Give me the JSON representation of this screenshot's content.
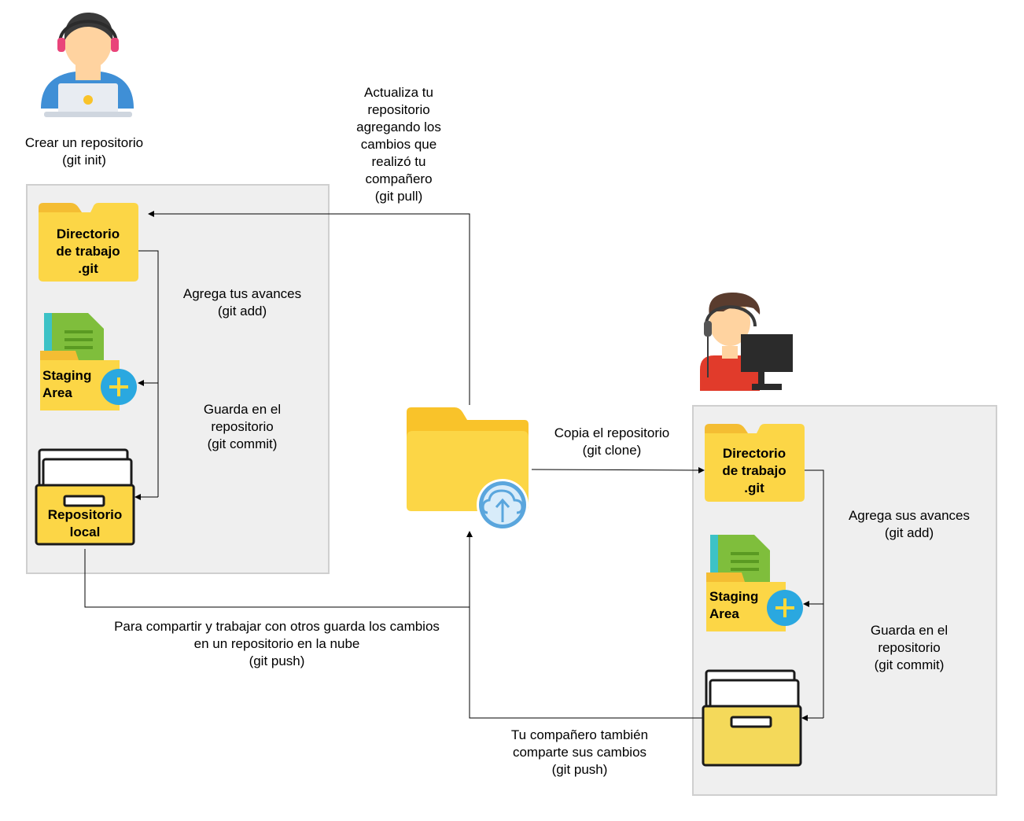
{
  "user1": {
    "caption": "Crear un repositorio\n(git init)",
    "working_dir": "Directorio\nde trabajo\n.git",
    "staging": "Staging\nArea",
    "local_repo": "Repositorio\nlocal",
    "add_label": "Agrega tus avances\n(git add)",
    "commit_label": "Guarda en el\nrepositorio\n(git commit)"
  },
  "user2": {
    "working_dir": "Directorio\nde trabajo\n.git",
    "staging": "Staging\nArea",
    "add_label": "Agrega sus avances\n(git add)",
    "commit_label": "Guarda en el\nrepositorio\n(git commit)"
  },
  "arrows": {
    "pull": "Actualiza tu\nrepositorio\nagregando los\ncambios que\nrealizó tu\ncompañero\n(git pull)",
    "clone": "Copia el repositorio\n(git clone)",
    "push1": "Para compartir y trabajar con otros guarda los cambios\nen un repositorio en la nube\n(git push)",
    "push2": "Tu compañero también\ncomparte sus cambios\n(git push)"
  },
  "icons": {
    "user1": "woman-with-headset-laptop-icon",
    "user2": "man-with-headset-monitor-icon",
    "cloud_repo": "cloud-upload-folder-icon",
    "working_dir": "folder-icon",
    "staging": "document-folder-plus-icon",
    "local_repo": "file-cabinet-drawer-icon"
  },
  "colors": {
    "folder": "#fcd646",
    "folder_dark": "#f9c32a",
    "panel": "#efefef",
    "cloud_circle": "#5aa6dd",
    "plus_circle": "#2aa8e0",
    "person2_shirt": "#e13b2b"
  }
}
